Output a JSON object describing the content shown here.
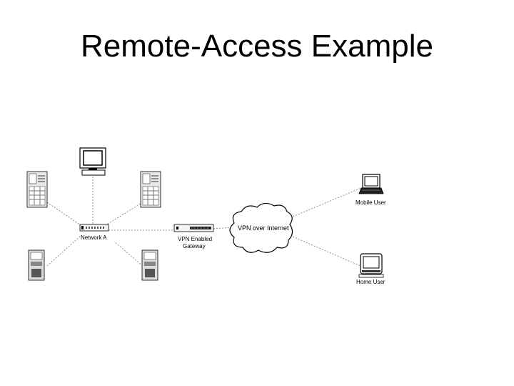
{
  "title": "Remote-Access Example",
  "nodes": {
    "network_a": {
      "label": "Network A",
      "icon": "hub-icon"
    },
    "gateway": {
      "label_line1": "VPN Enabled",
      "label_line2": "Gateway",
      "icon": "vpn-gateway-icon"
    },
    "internet": {
      "label": "VPN over Internet",
      "icon": "cloud-icon"
    },
    "mobile_user": {
      "label": "Mobile User",
      "icon": "laptop-icon"
    },
    "home_user": {
      "label": "Home User",
      "icon": "home-computer-icon"
    },
    "workstation": {
      "icon": "monitor-icon"
    },
    "servers": [
      {
        "icon": "server-icon"
      },
      {
        "icon": "server-icon"
      },
      {
        "icon": "server-icon"
      },
      {
        "icon": "server-icon"
      }
    ]
  }
}
